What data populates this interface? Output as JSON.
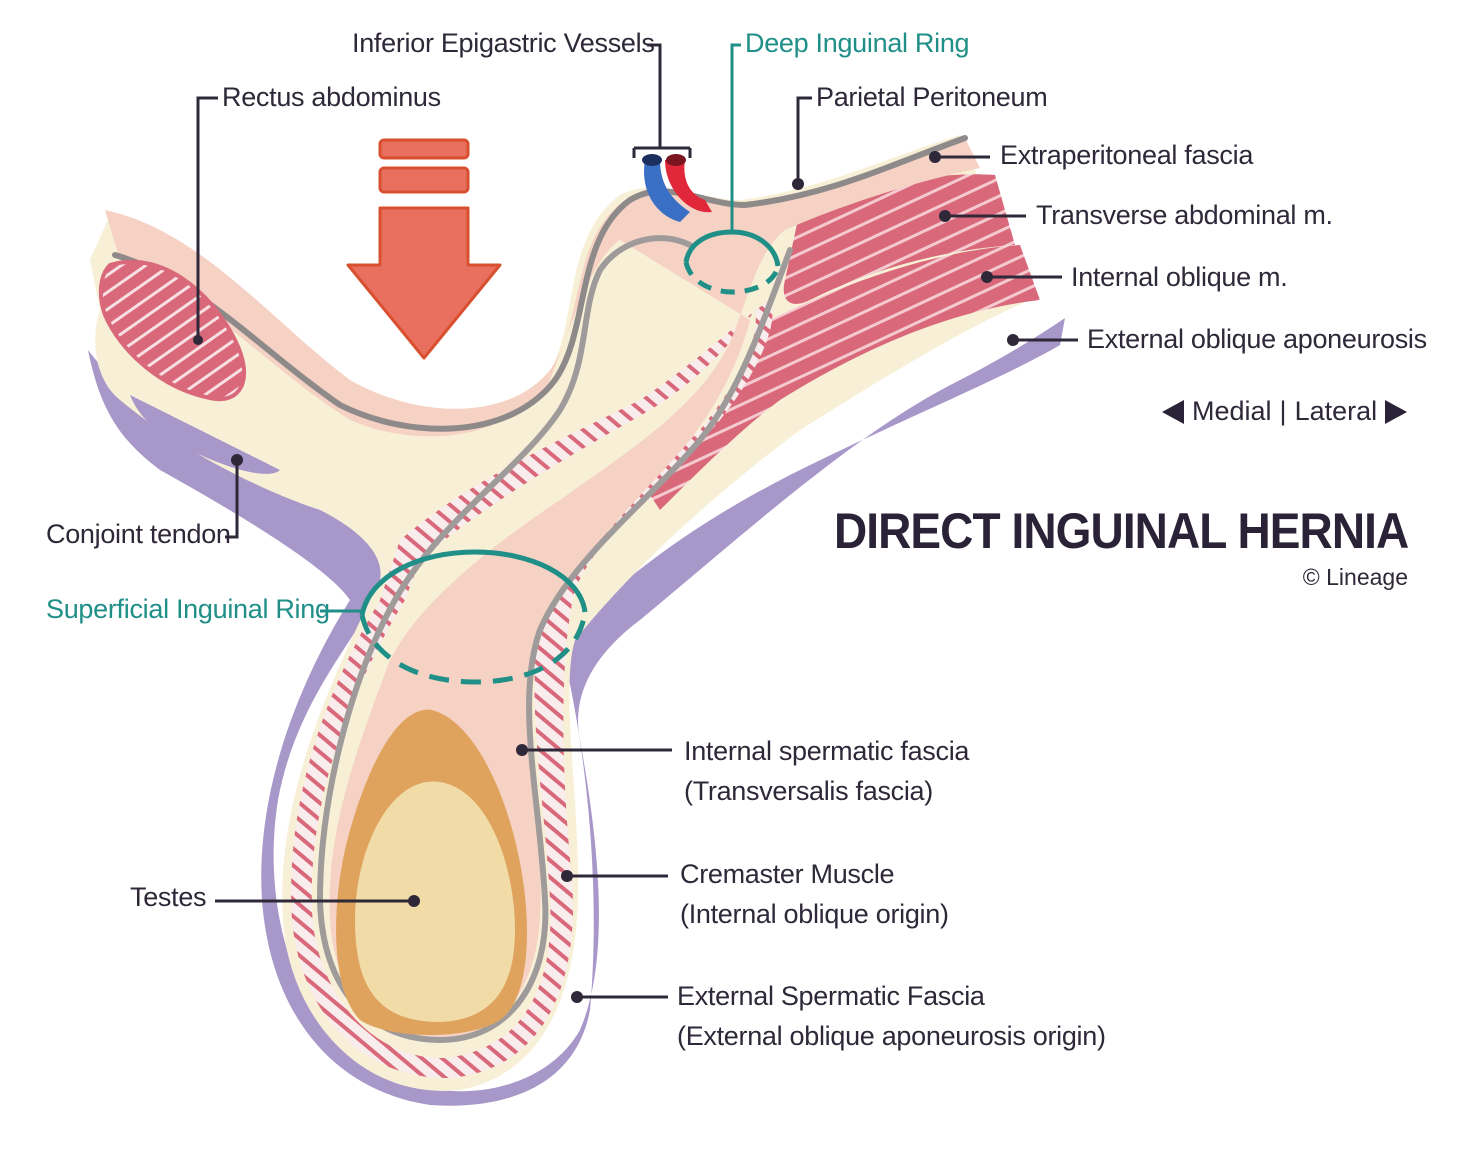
{
  "title": "DIRECT INGUINAL HERNIA",
  "copyright": "© Lineage",
  "orientation": {
    "medial": "Medial",
    "separator": "|",
    "lateral": "Lateral"
  },
  "labels": {
    "inferior_epigastric": "Inferior Epigastric Vessels",
    "deep_ring": "Deep Inguinal Ring",
    "rectus": "Rectus abdominus",
    "parietal_peritoneum": "Parietal Peritoneum",
    "extraperitoneal_fascia": "Extraperitoneal fascia",
    "transverse_abdominal": "Transverse abdominal m.",
    "internal_oblique": "Internal oblique m.",
    "external_oblique": "External oblique aponeurosis",
    "conjoint_tendon": "Conjoint tendon",
    "superficial_ring": "Superficial Inguinal Ring",
    "internal_spermatic_1": "Internal spermatic fascia",
    "internal_spermatic_2": "(Transversalis fascia)",
    "cremaster_1": "Cremaster Muscle",
    "cremaster_2": "(Internal oblique origin)",
    "external_spermatic_1": "External Spermatic Fascia",
    "external_spermatic_2": "(External oblique aponeurosis origin)",
    "testes": "Testes"
  },
  "colors": {
    "label_text": "#2e2838",
    "ring_teal": "#1f8f87",
    "peritoneum_pink": "#f6d2c4",
    "fascia_cream": "#f8f0d6",
    "muscle_red": "#d9697a",
    "aponeurosis_purple": "#a897c9",
    "arrow_orange": "#e9705f",
    "testis_orange": "#dfa35e",
    "testis_core": "#f1dca8",
    "vein_blue": "#3a6fc6",
    "artery_red": "#e0283a"
  }
}
